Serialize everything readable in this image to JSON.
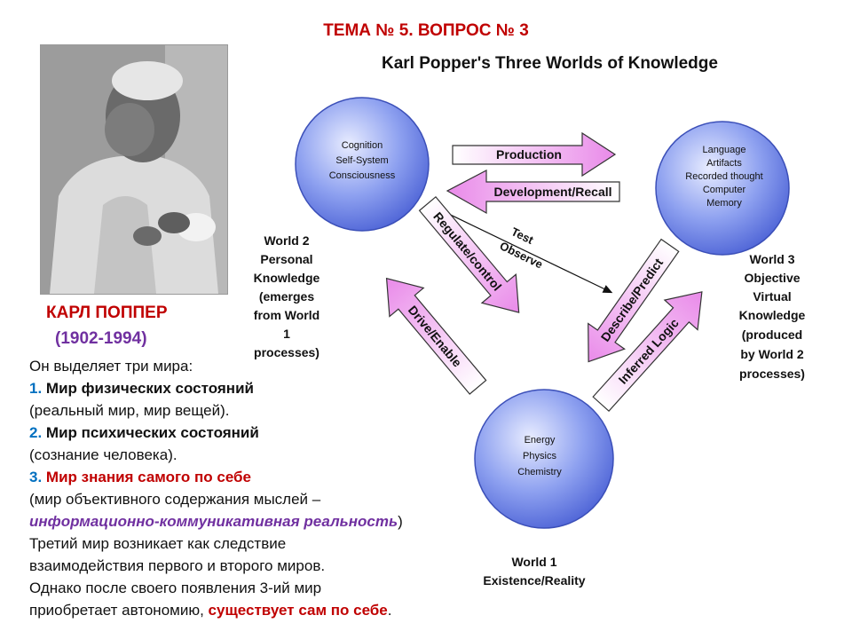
{
  "slide": {
    "title": "ТЕМА № 5.  ВОПРОС № 3",
    "person_name": "КАРЛ ПОППЕР",
    "years": "(1902-1994)"
  },
  "description": {
    "intro": "Он выделяет три мира:",
    "items": [
      {
        "num": "1.",
        "title": "Мир физических состояний",
        "detail": "(реальный мир, мир вещей)."
      },
      {
        "num": "2.",
        "title": "Мир психических состояний",
        "detail": "(сознание человека)."
      },
      {
        "num": "3.",
        "title": "Мир знания самого по себе",
        "detail_start": "(мир объективного содержания мыслей –",
        "detail_highlight": "информационно-коммуникативная реальность",
        "detail_end": ")"
      }
    ],
    "para1_line1": "Третий мир возникает как следствие",
    "para1_line2": "взаимодействия первого и второго миров.",
    "para2_line1": "Однако после своего появления 3-ий мир",
    "para2_line2_start": "приобретает автономию, ",
    "para2_line2_highlight": "существует сам по себе",
    "para2_line2_end": "."
  },
  "diagram": {
    "title": "Karl Popper's Three Worlds of Knowledge",
    "world2_circle": [
      "Cognition",
      "Self-System",
      "Consciousness"
    ],
    "world3_circle": [
      "Language",
      "Artifacts",
      "Recorded thought",
      "Computer",
      "Memory"
    ],
    "world1_circle": [
      "Energy",
      "Physics",
      "Chemistry"
    ],
    "world2_label": [
      "World 2",
      "Personal",
      "Knowledge",
      "(emerges",
      "from World",
      "1",
      "processes)"
    ],
    "world3_label": [
      "World 3",
      "Objective",
      "Virtual",
      "Knowledge",
      "(produced",
      "by World 2",
      "processes)"
    ],
    "world1_label": [
      "World 1",
      "Existence/Reality"
    ],
    "arrows": {
      "production": "Production",
      "development": "Development/Recall",
      "regulate": "Regulate/control",
      "drive": "Drive/Enable",
      "describe": "Describe/Predict",
      "inferred": "Inferred Logic",
      "test": "Test",
      "observe": "Observe"
    },
    "colors": {
      "circle": "#6f86e8",
      "arrow_fill": "#f0b6f0",
      "title_red": "#c00000"
    }
  }
}
